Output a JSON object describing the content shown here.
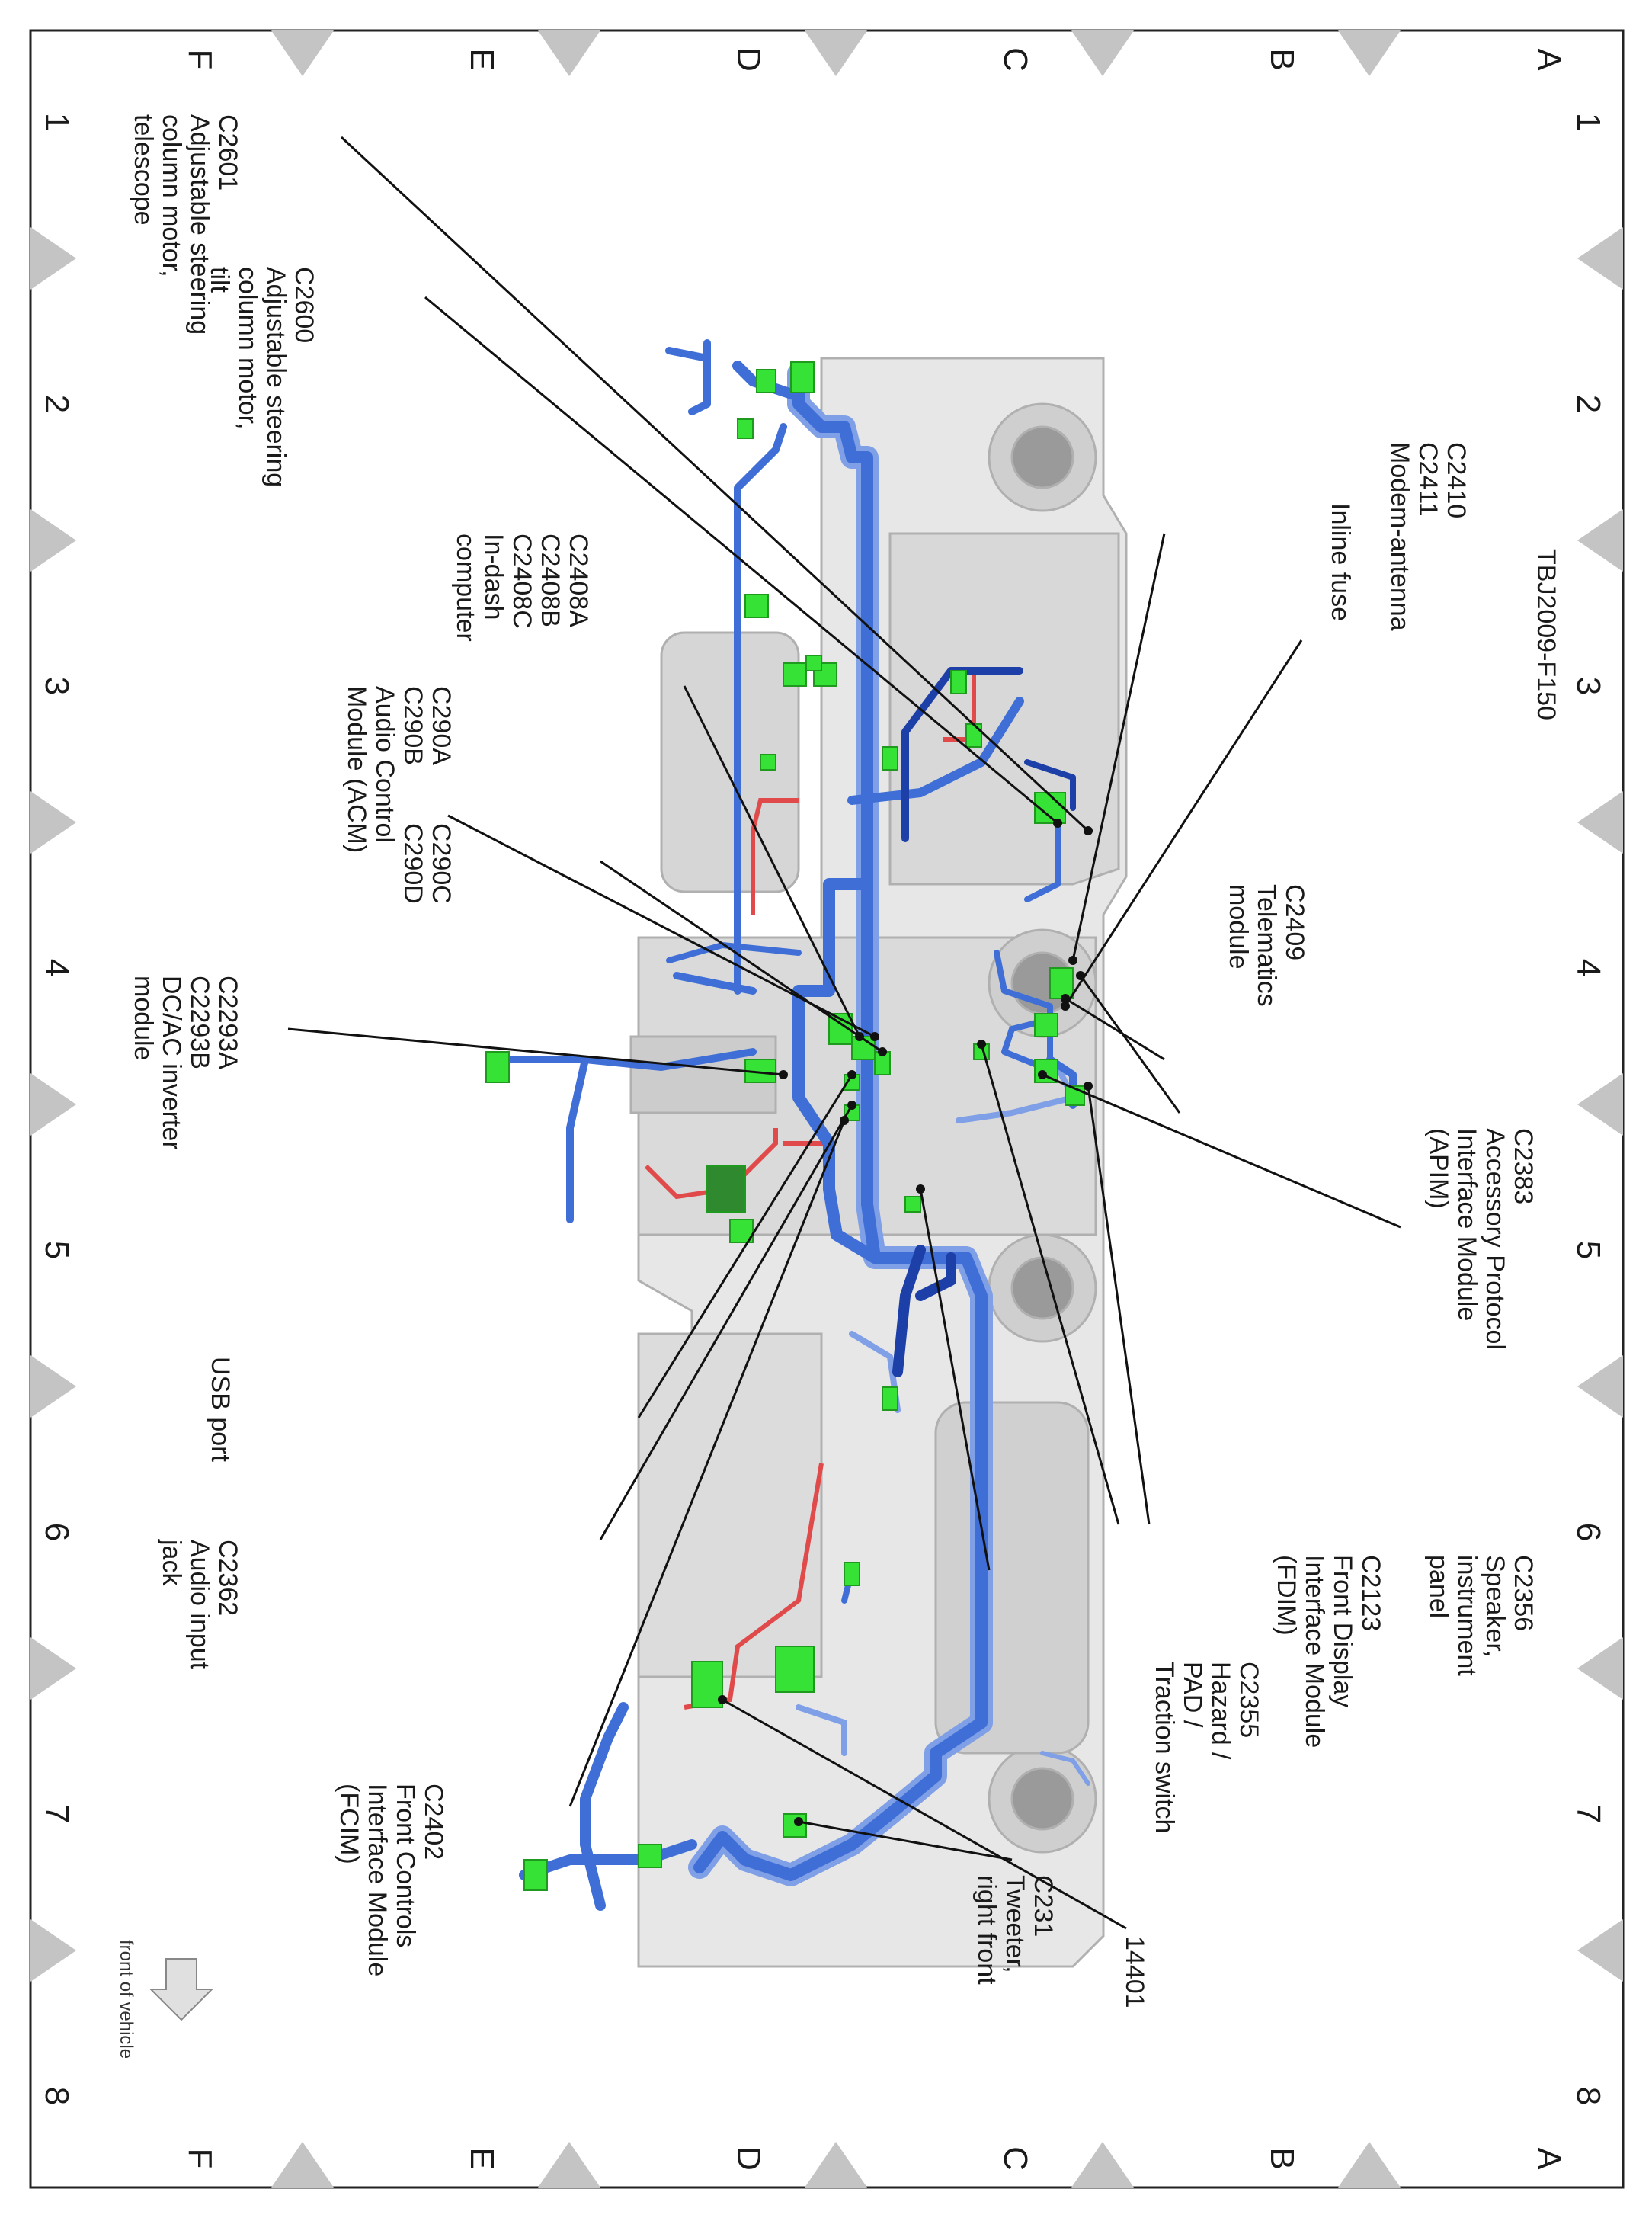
{
  "grid": {
    "columns": [
      "1",
      "2",
      "3",
      "4",
      "5",
      "6",
      "7",
      "8"
    ],
    "rows": [
      "A",
      "B",
      "C",
      "D",
      "E",
      "F"
    ]
  },
  "callouts": [
    {
      "id": "c2410",
      "lines": [
        "C2410",
        "C2411",
        "Modem-antenna"
      ]
    },
    {
      "id": "inline-fuse",
      "lines": [
        "Inline fuse"
      ]
    },
    {
      "id": "tbj",
      "lines": [
        "TBJ2009-F150"
      ]
    },
    {
      "id": "c2409",
      "lines": [
        "C2409",
        "Telematics",
        "module"
      ]
    },
    {
      "id": "c2383",
      "lines": [
        "C2383",
        "Accessory Protocol",
        "Interface Module",
        "(APIM)"
      ]
    },
    {
      "id": "c2356",
      "lines": [
        "C2356",
        "Speaker,",
        "instrument",
        "panel"
      ]
    },
    {
      "id": "c2123",
      "lines": [
        "C2123",
        "Front Display",
        "Interface Module",
        "(FDIM)"
      ]
    },
    {
      "id": "c2355",
      "lines": [
        "C2355",
        "Hazard /",
        "PAD /",
        "Traction switch"
      ]
    },
    {
      "id": "c14401",
      "lines": [
        "14401"
      ]
    },
    {
      "id": "c231",
      "lines": [
        "C231",
        "Tweeter,",
        "right front"
      ]
    },
    {
      "id": "c2601",
      "lines": [
        "C2601",
        "Adjustable steering",
        "column motor,",
        "telescope"
      ]
    },
    {
      "id": "c2600",
      "lines": [
        "C2600",
        "Adjustable steering",
        "column motor,",
        "tilt"
      ]
    },
    {
      "id": "c2408",
      "lines": [
        "C2408A",
        "C2408B",
        "C2408C",
        "In-dash",
        "computer"
      ]
    },
    {
      "id": "c290ab",
      "lines": [
        "C290A",
        "C290B",
        "Audio Control",
        "Module (ACM)"
      ]
    },
    {
      "id": "c290cd",
      "lines": [
        "C290C",
        "C290D"
      ]
    },
    {
      "id": "c2293",
      "lines": [
        "C2293A",
        "C2293B",
        "DC/AC inverter",
        "module"
      ]
    },
    {
      "id": "usb",
      "lines": [
        "USB port"
      ]
    },
    {
      "id": "c2362",
      "lines": [
        "C2362",
        "Audio input",
        "jack"
      ]
    },
    {
      "id": "c2402",
      "lines": [
        "C2402",
        "Front Controls",
        "Interface Module",
        "(FCIM)"
      ]
    }
  ],
  "front_of_vehicle": "front of vehicle",
  "colors": {
    "harness": "#3f6fd6",
    "harness_dark": "#1d3fa8",
    "harness_light": "#7f9fe6",
    "power_wire": "#e04a4a",
    "connector": "#35e235",
    "panel": "#e7e7e7",
    "panel_edge": "#b0b0b0",
    "marker": "#c4c4c4"
  }
}
